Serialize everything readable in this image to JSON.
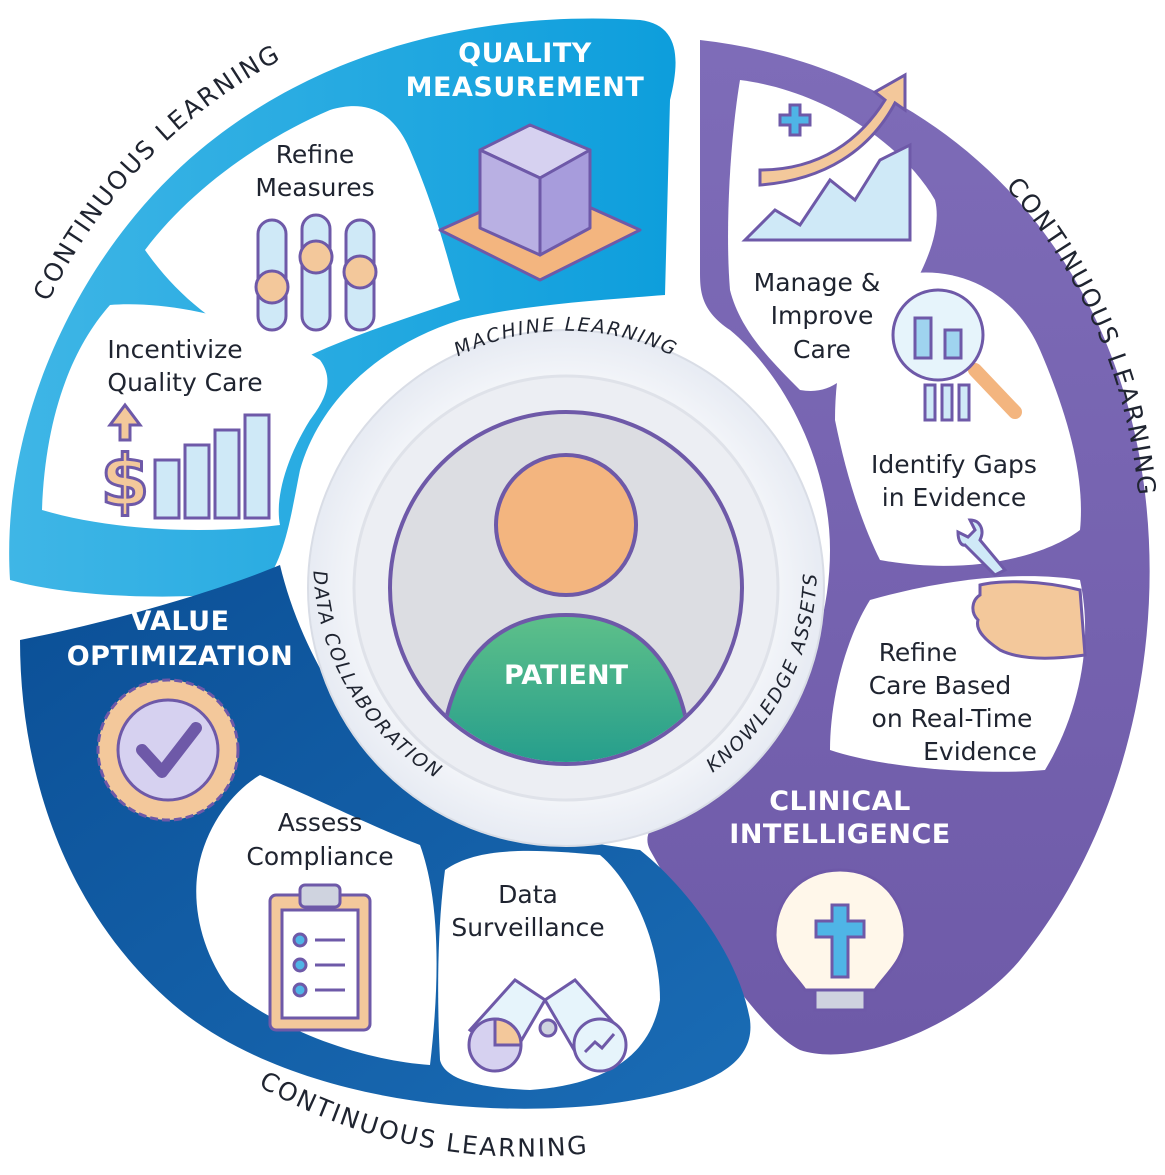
{
  "center": {
    "label": "PATIENT"
  },
  "inner_ring": {
    "top": "MACHINE LEARNING",
    "left": "DATA COLLABORATION",
    "right": "KNOWLEDGE ASSETS"
  },
  "outer_ring_label": "CONTINUOUS LEARNING",
  "sections": {
    "quality": {
      "title_line1": "QUALITY",
      "title_line2": "MEASUREMENT",
      "color": "#1aa6e0",
      "items": [
        {
          "line1": "Refine",
          "line2": "Measures"
        },
        {
          "line1": "Incentivize",
          "line2": "Quality Care"
        }
      ]
    },
    "clinical": {
      "title_line1": "CLINICAL",
      "title_line2": "INTELLIGENCE",
      "color": "#7a66b2",
      "items": [
        {
          "line1": "Manage &",
          "line2": "Improve",
          "line3": "Care"
        },
        {
          "line1": "Identify Gaps",
          "line2": "in Evidence"
        },
        {
          "line1": "Refine",
          "line2": "Care Based",
          "line3": "on Real-Time",
          "line4": "Evidence"
        }
      ]
    },
    "value": {
      "title_line1": "VALUE",
      "title_line2": "OPTIMIZATION",
      "color": "#0e5a9e",
      "items": [
        {
          "line1": "Assess",
          "line2": "Compliance"
        },
        {
          "line1": "Data",
          "line2": "Surveillance"
        }
      ]
    }
  }
}
